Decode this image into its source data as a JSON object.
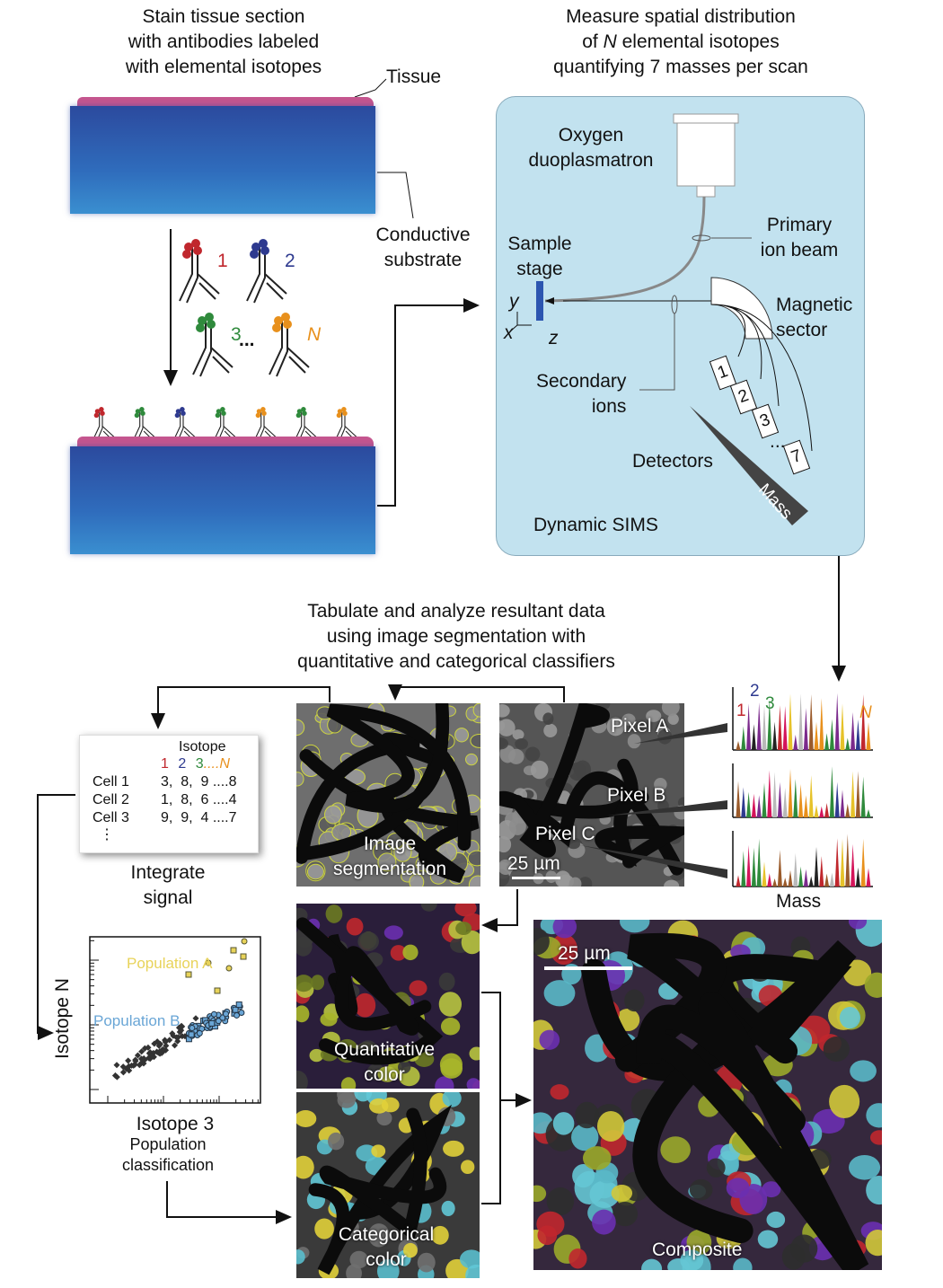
{
  "stain": {
    "title": [
      "Stain tissue section",
      "with antibodies labeled",
      "with elemental isotopes"
    ],
    "tissue_label": "Tissue",
    "substrate_label": [
      "Conductive",
      "substrate"
    ],
    "antibodies": [
      {
        "label": "1",
        "color": "#c0272d"
      },
      {
        "label": "2",
        "color": "#2e3a8f"
      },
      {
        "label": "3",
        "color": "#2f8a3c"
      },
      {
        "label": "N",
        "color": "#e8901c"
      }
    ],
    "ellipsis": "..."
  },
  "sims": {
    "title": [
      "Measure spatial distribution",
      "of N elemental isotopes",
      "quantifying 7 masses per scan"
    ],
    "source": [
      "Oxygen",
      "duoplasmatron"
    ],
    "primary": [
      "Primary",
      "ion beam"
    ],
    "stage": [
      "Sample",
      "stage"
    ],
    "axes": {
      "y": "y",
      "x": "x",
      "z": "z"
    },
    "sector": [
      "Magnetic",
      "sector"
    ],
    "secondary": [
      "Secondary",
      "ions"
    ],
    "detectors": [
      "1",
      "2",
      "3",
      "...",
      "7"
    ],
    "detectors_label": "Detectors",
    "mass": "Mass",
    "name": "Dynamic SIMS"
  },
  "analysis": {
    "title": [
      "Tabulate and analyze resultant data",
      "using image segmentation with",
      "quantitative and categorical classifiers"
    ]
  },
  "spectra": {
    "labels": [
      "1",
      "2",
      "3",
      "N"
    ],
    "axis": "Mass",
    "colors": [
      "#c0272d",
      "#2e3a8f",
      "#2f8a3c",
      "#e8901c",
      "#d4145a",
      "#7b2a8c",
      "#b9b9b9",
      "#222222",
      "#e6c229",
      "#9a5a2a"
    ]
  },
  "pixel_image": {
    "pixels": [
      "Pixel A",
      "Pixel B",
      "Pixel C"
    ],
    "scale": "25 µm"
  },
  "segmentation": {
    "label": [
      "Image",
      "segmentation"
    ]
  },
  "table": {
    "header": "Isotope",
    "cols": [
      "1",
      "2",
      "3",
      "....N"
    ],
    "rows": [
      {
        "cell": "Cell 1",
        "values": "3,  8,  9 ....8"
      },
      {
        "cell": "Cell 2",
        "values": "1,  8,  6 ....4"
      },
      {
        "cell": "Cell 3",
        "values": "9,  9,  4 ....7"
      }
    ],
    "more": "⋮"
  },
  "integrate": [
    "Integrate",
    "signal"
  ],
  "scatter": {
    "popA": "Population A",
    "popB": "Population B",
    "ylabel": "Isotope N",
    "xlabel": "Isotope 3",
    "caption": [
      "Population",
      "classification"
    ],
    "colorA": "#e8d35a",
    "colorB": "#6aa6d6"
  },
  "quant": {
    "label": [
      "Quantitative",
      "color"
    ]
  },
  "categorical": {
    "label": [
      "Categorical",
      "color"
    ]
  },
  "composite": {
    "label": "Composite",
    "scale": "25 µm"
  }
}
